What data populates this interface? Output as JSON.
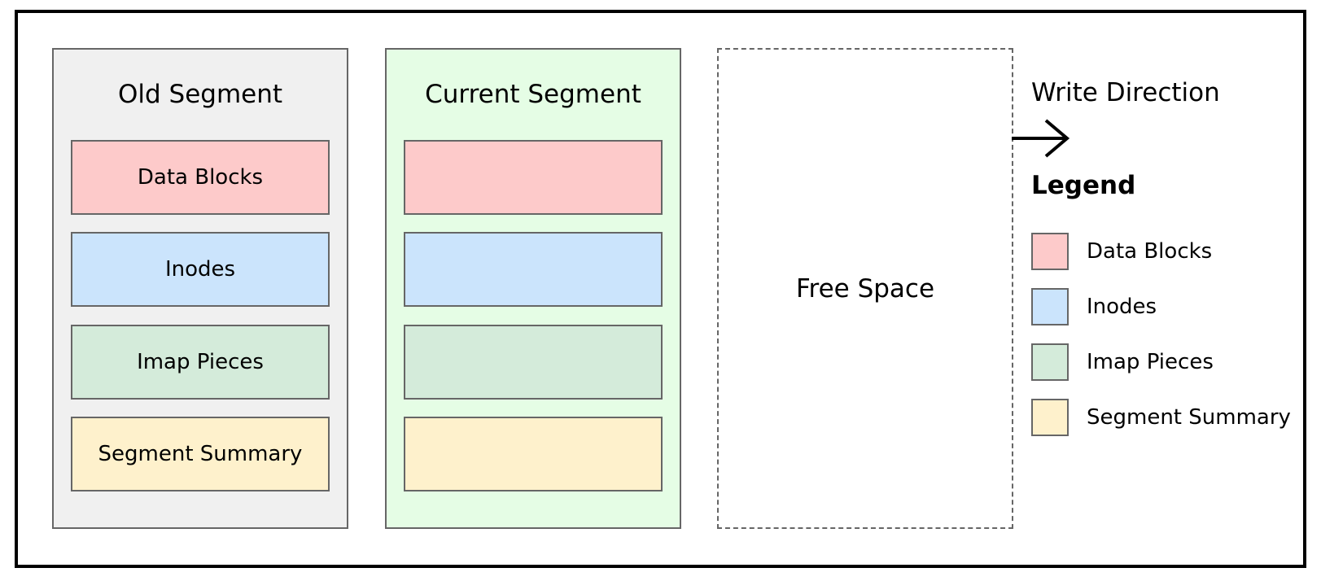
{
  "old_segment": {
    "title": "Old Segment",
    "background": "#f0f0f0",
    "blocks": [
      {
        "label": "Data Blocks",
        "color": "#fdcaca"
      },
      {
        "label": "Inodes",
        "color": "#cbe4fc"
      },
      {
        "label": "Imap Pieces",
        "color": "#d4ebda"
      },
      {
        "label": "Segment Summary",
        "color": "#fef1cc"
      }
    ]
  },
  "current_segment": {
    "title": "Current Segment",
    "background": "#e5fde5",
    "blocks": [
      {
        "color": "#fdcaca"
      },
      {
        "color": "#cbe4fc"
      },
      {
        "color": "#d4ebda"
      },
      {
        "color": "#fef1cc"
      }
    ]
  },
  "free_space": {
    "label": "Free Space"
  },
  "write_direction": {
    "label": "Write Direction",
    "icon": "arrow-right-icon"
  },
  "legend": {
    "title": "Legend",
    "items": [
      {
        "label": "Data Blocks",
        "color": "#fdcaca"
      },
      {
        "label": "Inodes",
        "color": "#cbe4fc"
      },
      {
        "label": "Imap Pieces",
        "color": "#d4ebda"
      },
      {
        "label": "Segment Summary",
        "color": "#fef1cc"
      }
    ]
  }
}
